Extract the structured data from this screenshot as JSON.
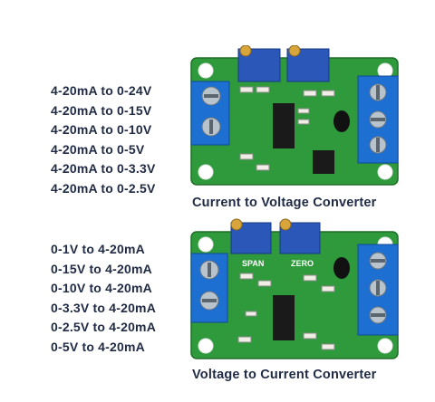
{
  "top": {
    "items": [
      "4-20mA to 0-24V",
      "4-20mA to 0-15V",
      "4-20mA to 0-10V",
      "4-20mA to 0-5V",
      "4-20mA to 0-3.3V",
      "4-20mA to 0-2.5V"
    ],
    "caption": "Current to Voltage Converter"
  },
  "bottom": {
    "items": [
      "0-1V to 4-20mA",
      "0-15V to 4-20mA",
      "0-10V to 4-20mA",
      "0-3.3V to 4-20mA",
      "0-2.5V to 4-20mA",
      "0-5V to 4-20mA"
    ],
    "caption": "Voltage to Current Converter",
    "board_labels": {
      "span": "SPAN",
      "zero": "ZERO"
    }
  },
  "colors": {
    "text": "#1f2a44",
    "pcb": "#2f9a3c",
    "terminal": "#1d6fd1",
    "trimmer": "#2a57b8"
  }
}
